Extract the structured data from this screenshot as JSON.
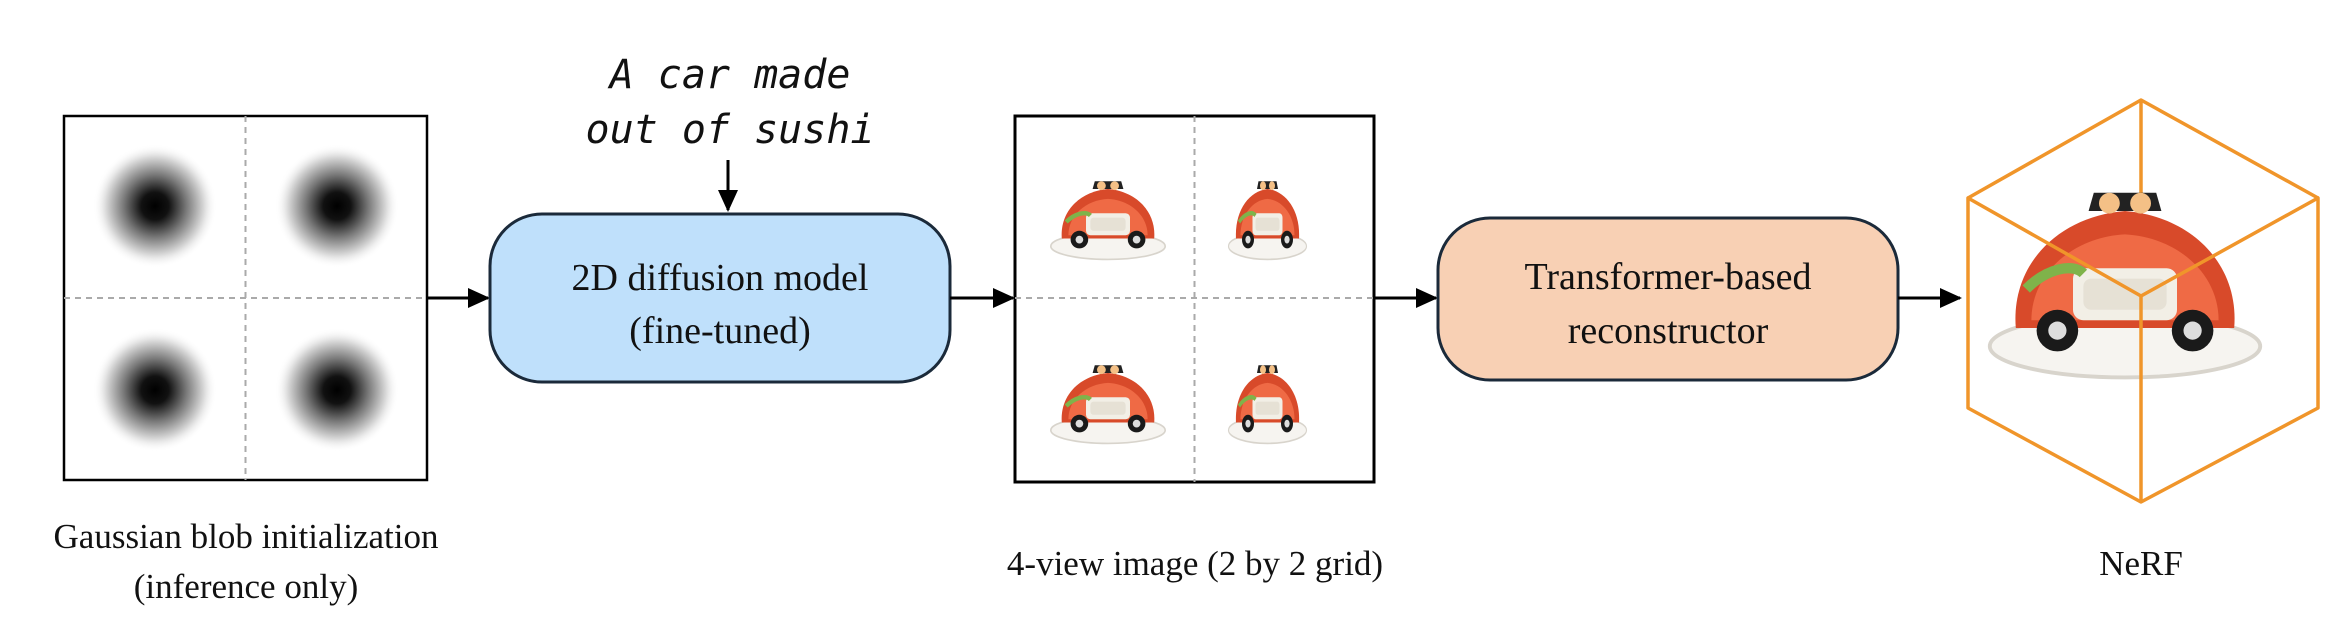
{
  "prompt": {
    "line1": "A car made",
    "line2": "out of sushi"
  },
  "stages": {
    "blob": {
      "caption_line1": "Gaussian blob initialization",
      "caption_line2": "(inference only)"
    },
    "diffusion": {
      "label_line1": "2D diffusion model",
      "label_line2": "(fine-tuned)",
      "fill": "#bfe0fb"
    },
    "multiview": {
      "caption": "4-view image (2 by 2 grid)"
    },
    "reconstructor": {
      "label_line1": "Transformer-based",
      "label_line2": "reconstructor",
      "fill": "#f8d0b4"
    },
    "nerf": {
      "caption": "NeRF",
      "cube_color": "#f0952a"
    }
  }
}
